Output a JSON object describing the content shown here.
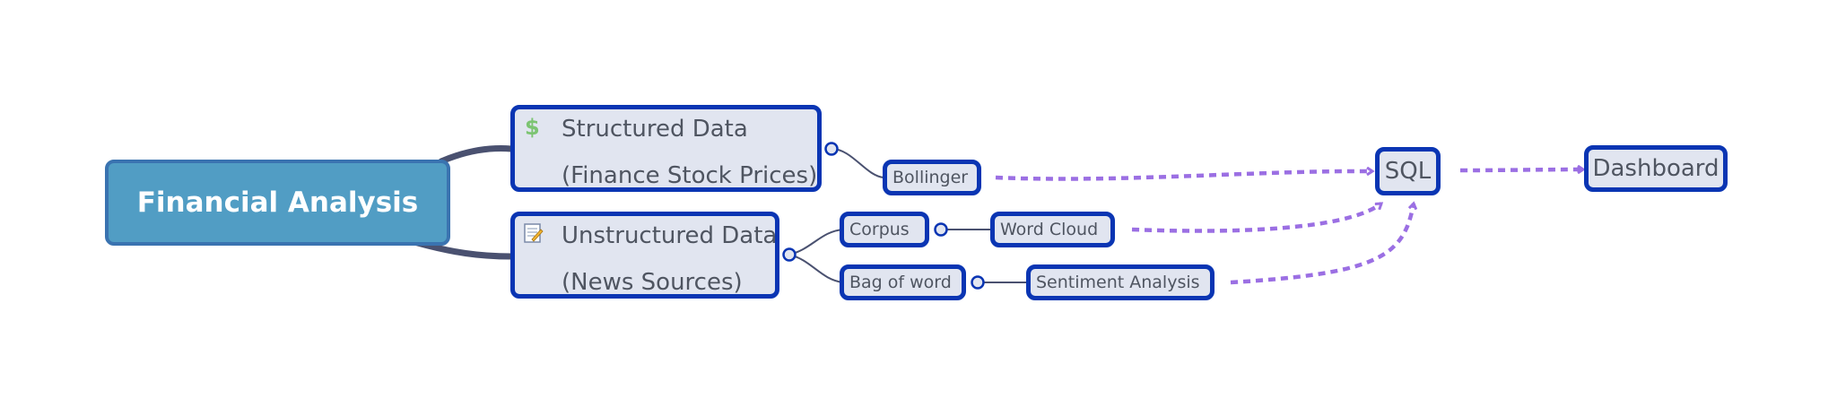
{
  "root": {
    "label": "Financial Analysis"
  },
  "structured": {
    "line1": "Structured Data",
    "line2": "(Finance Stock Prices)",
    "icon": "dollar-icon"
  },
  "unstructured": {
    "line1": "Unstructured Data",
    "line2": "(News Sources)",
    "icon": "notepad-icon"
  },
  "leaves": {
    "bollinger": "Bollinger",
    "corpus": "Corpus",
    "word_cloud": "Word Cloud",
    "bag_of_word": "Bag of word",
    "sentiment": "Sentiment Analysis"
  },
  "sql": "SQL",
  "dashboard": "Dashboard",
  "colors": {
    "root_fill": "#519dc4",
    "node_fill": "#e1e5f0",
    "node_border": "#0a35b3",
    "dotted_arrow": "#9b6fe3",
    "connector": "#4a5170"
  }
}
